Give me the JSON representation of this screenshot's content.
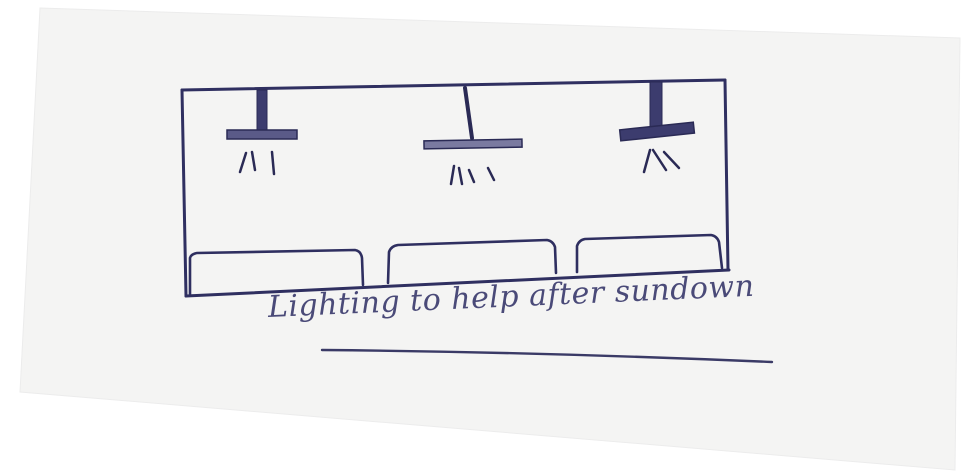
{
  "sketch": {
    "caption": "Lighting to help after sundown",
    "colors": {
      "ink": "#3c3c6e",
      "ink_dark": "#2a2a55",
      "paper": "#f4f4f3",
      "background": "#ffffff"
    },
    "lamps": [
      {
        "name": "lamp-left",
        "icon": "ceiling-lamp-icon"
      },
      {
        "name": "lamp-center",
        "icon": "ceiling-lamp-icon"
      },
      {
        "name": "lamp-right",
        "icon": "ceiling-lamp-icon"
      }
    ],
    "counters": [
      {
        "name": "counter-left"
      },
      {
        "name": "counter-center"
      },
      {
        "name": "counter-right"
      }
    ]
  }
}
